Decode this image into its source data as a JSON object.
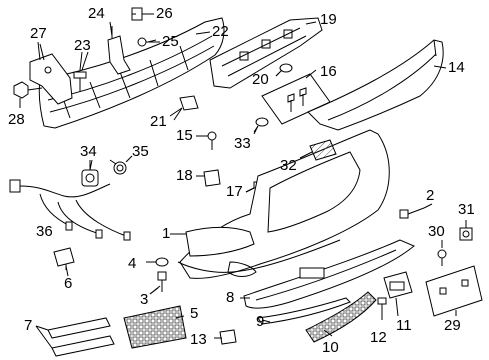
{
  "diagram": {
    "callouts": [
      {
        "id": "c1",
        "label": "1"
      },
      {
        "id": "c2",
        "label": "2"
      },
      {
        "id": "c3",
        "label": "3"
      },
      {
        "id": "c4",
        "label": "4"
      },
      {
        "id": "c5",
        "label": "5"
      },
      {
        "id": "c6",
        "label": "6"
      },
      {
        "id": "c7",
        "label": "7"
      },
      {
        "id": "c8",
        "label": "8"
      },
      {
        "id": "c9",
        "label": "9"
      },
      {
        "id": "c10",
        "label": "10"
      },
      {
        "id": "c11",
        "label": "11"
      },
      {
        "id": "c12",
        "label": "12"
      },
      {
        "id": "c13",
        "label": "13"
      },
      {
        "id": "c14",
        "label": "14"
      },
      {
        "id": "c15",
        "label": "15"
      },
      {
        "id": "c16",
        "label": "16"
      },
      {
        "id": "c17",
        "label": "17"
      },
      {
        "id": "c18",
        "label": "18"
      },
      {
        "id": "c19",
        "label": "19"
      },
      {
        "id": "c20",
        "label": "20"
      },
      {
        "id": "c21",
        "label": "21"
      },
      {
        "id": "c22",
        "label": "22"
      },
      {
        "id": "c23",
        "label": "23"
      },
      {
        "id": "c24",
        "label": "24"
      },
      {
        "id": "c25",
        "label": "25"
      },
      {
        "id": "c26",
        "label": "26"
      },
      {
        "id": "c27",
        "label": "27"
      },
      {
        "id": "c28",
        "label": "28"
      },
      {
        "id": "c29",
        "label": "29"
      },
      {
        "id": "c30",
        "label": "30"
      },
      {
        "id": "c31",
        "label": "31"
      },
      {
        "id": "c32",
        "label": "32"
      },
      {
        "id": "c33",
        "label": "33"
      },
      {
        "id": "c34",
        "label": "34"
      },
      {
        "id": "c35",
        "label": "35"
      },
      {
        "id": "c36",
        "label": "36"
      }
    ]
  }
}
